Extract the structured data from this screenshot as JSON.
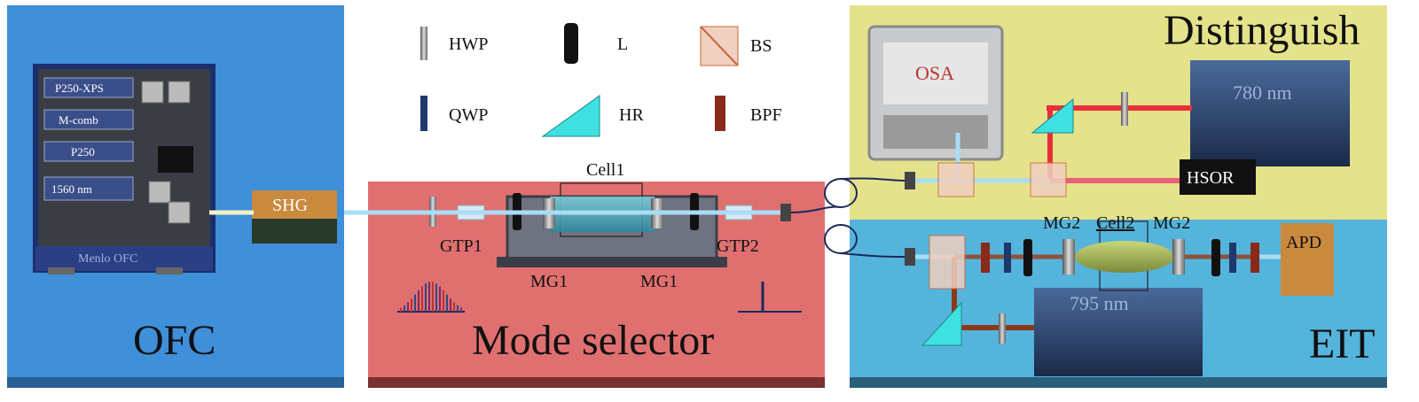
{
  "panels": {
    "ofc": {
      "title": "OFC"
    },
    "mode_selector": {
      "title": "Mode selector"
    },
    "distinguish": {
      "title": "Distinguish"
    },
    "eit": {
      "title": "EIT"
    }
  },
  "legend": {
    "hwp": "HWP",
    "qwp": "QWP",
    "lens": "L",
    "hr": "HR",
    "bs": "BS",
    "bpf": "BPF"
  },
  "ofc_unit": {
    "stack": [
      "P250-XPS",
      "M-comb",
      "P250",
      "1560 nm"
    ],
    "brand": "Menlo OFC"
  },
  "devices": {
    "shg": "SHG",
    "osa": "OSA",
    "laser_780": "780 nm",
    "laser_795": "795 nm",
    "hsor": "HSOR",
    "apd": "APD"
  },
  "labels": {
    "cell1": "Cell1",
    "gtp1": "GTP1",
    "gtp2": "GTP2",
    "mg1_left": "MG1",
    "mg1_right": "MG1",
    "mg2_left": "MG2",
    "cell2": "Cell2",
    "mg2_right": "MG2"
  },
  "colors": {
    "ofc_bg": "#3f8fd9",
    "mode_bg": "#e07070",
    "distinguish_bg": "#e4e28a",
    "eit_bg": "#55b4dc",
    "beam_blue": "#a9dcf5",
    "beam_red": "#e8303a",
    "beam_795": "#8a3a1a"
  }
}
